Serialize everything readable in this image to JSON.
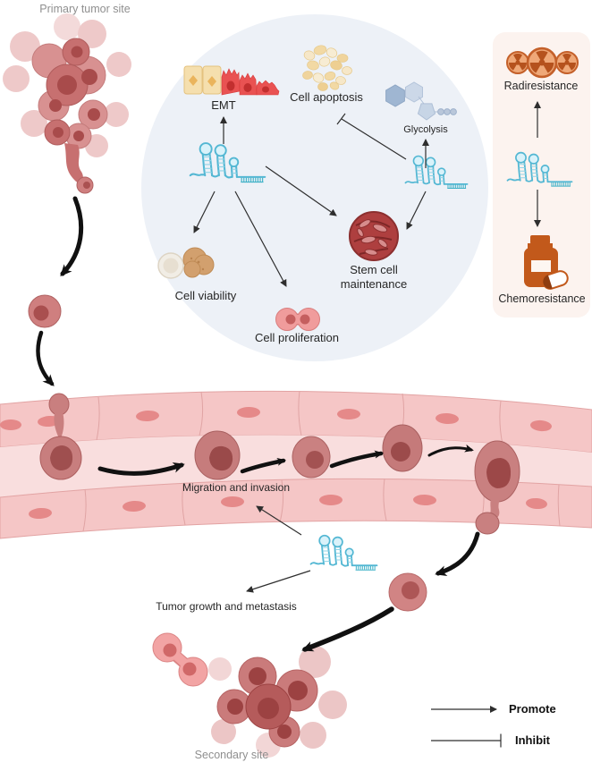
{
  "diagram": {
    "primary_tumor": {
      "label": "Primary tumor site"
    },
    "processes": {
      "emt": "EMT",
      "cell_apoptosis": "Cell apoptosis",
      "glycolysis": "Glycolysis",
      "cell_viability": "Cell viability",
      "cell_proliferation": "Cell proliferation",
      "stem_cell_maintenance": "Stem cell maintenance"
    },
    "resistance": {
      "radioresistance": "Radiresistance",
      "chemoresistance": "Chemoresistance"
    },
    "vessel": {
      "migration_label": "Migration and invasion"
    },
    "metastasis": {
      "label": "Tumor growth and metastasis"
    },
    "secondary_site": {
      "label": "Secondary site"
    }
  },
  "legend": {
    "promote": "Promote",
    "inhibit": "Inhibit"
  },
  "icons": {
    "rna-icon": "RNA hairpin molecule",
    "radiation-icon": "radioactivity trefoil",
    "pill-bottle-icon": "medicine bottle with pill",
    "blood-vessel": "blood vessel with endothelial cells",
    "tumor-cell": "tumor cell"
  },
  "colors": {
    "circle_background": "#edf1f7",
    "panel_background": "#fcf3ef",
    "rna_blue": "#53b7d3",
    "vessel_wall": "#f5c6c6",
    "vessel_lumen": "#f9dede",
    "tumor_cell_pink": "#c77070",
    "tumor_nucleus": "#a84b4b",
    "radiation_orange": "#c4602a",
    "bottle_orange": "#c2591b",
    "emt_red": "#e95252",
    "apoptosis_beige": "#f3deae",
    "stem_cell_red": "#ae3f3f",
    "arrow_black": "#111111",
    "label_gray": "#8f8f8f"
  }
}
